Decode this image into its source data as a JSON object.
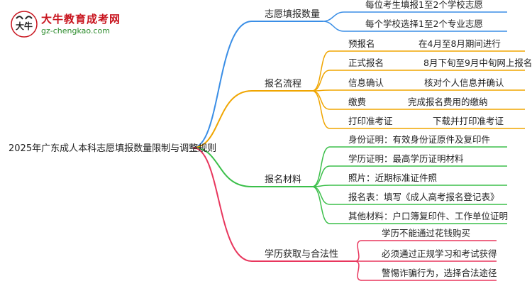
{
  "logo": {
    "mark_text": "大牛",
    "title": "大牛教育成考网",
    "url": "gz-chengkao.com"
  },
  "root": {
    "label": "2025年广东成人本科志愿填报数量限制与调整规则"
  },
  "branches": [
    {
      "label": "志愿填报数量",
      "color": "#3a8ee6",
      "items": [
        {
          "text": "每位考生填报1至2个学校志愿"
        },
        {
          "text": "每个学校选择1至2个专业志愿"
        }
      ]
    },
    {
      "label": "报名流程",
      "color": "#f0a500",
      "items": [
        {
          "text": "预报名",
          "detail": "在4月至8月期间进行"
        },
        {
          "text": "正式报名",
          "detail": "8月下旬至9月中旬网上报名"
        },
        {
          "text": "信息确认",
          "detail": "核对个人信息并确认"
        },
        {
          "text": "缴费",
          "detail": "完成报名费用的缴纳"
        },
        {
          "text": "打印准考证",
          "detail": "下载并打印准考证"
        }
      ]
    },
    {
      "label": "报名材料",
      "color": "#3bbf4a",
      "items": [
        {
          "text": "身份证明：有效身份证原件及复印件"
        },
        {
          "text": "学历证明：最高学历证明材料"
        },
        {
          "text": "照片：近期标准证件照"
        },
        {
          "text": "报名表：填写《成人高考报名登记表》"
        },
        {
          "text": "其他材料：户口簿复印件、工作单位证明"
        }
      ]
    },
    {
      "label": "学历获取与合法性",
      "color": "#e8365d",
      "items": [
        {
          "text": "学历不能通过花钱购买"
        },
        {
          "text": "必须通过正规学习和考试获得"
        },
        {
          "text": "警惕诈骗行为，选择合法途径"
        }
      ]
    }
  ]
}
